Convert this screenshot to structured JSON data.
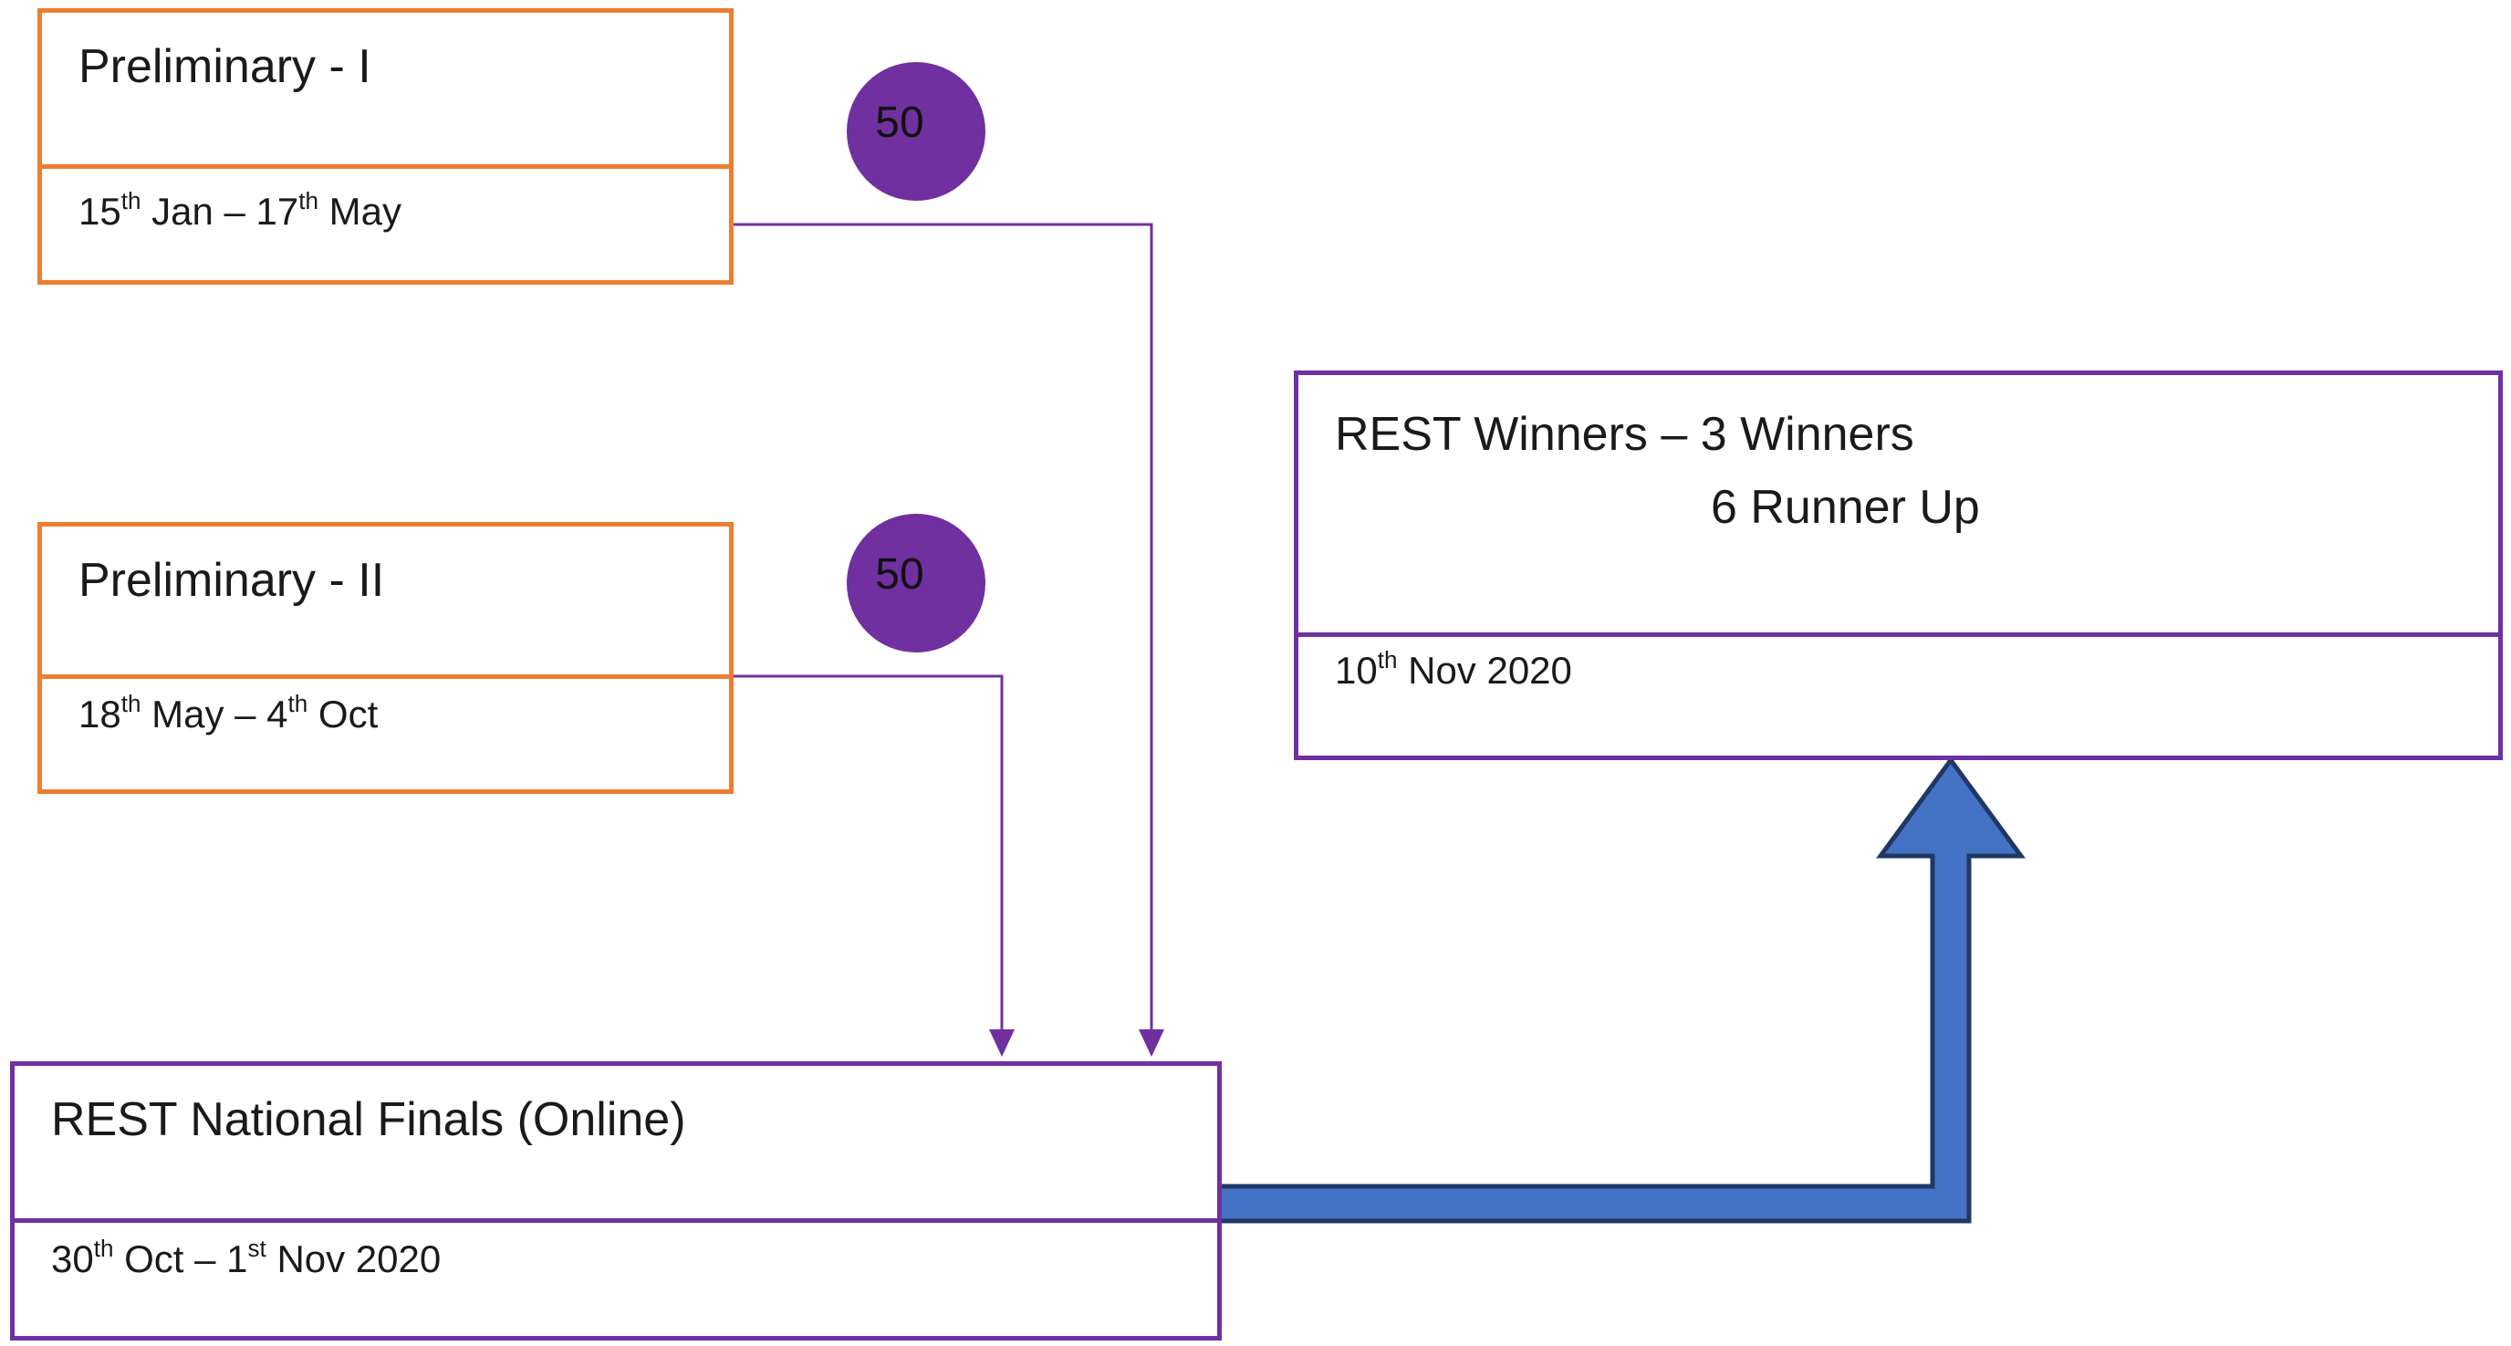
{
  "prelim1": {
    "title": "Preliminary - I",
    "start_day": "15",
    "start_suffix": "th",
    "start_month": "Jan",
    "sep": " – ",
    "end_day": "17",
    "end_suffix": "th",
    "end_month": "May"
  },
  "prelim2": {
    "title": "Preliminary - II",
    "start_day": "18",
    "start_suffix": "th",
    "start_month": "May",
    "sep": " – ",
    "end_day": "4",
    "end_suffix": "th",
    "end_month": "Oct"
  },
  "badge1": {
    "value": "50"
  },
  "badge2": {
    "value": "50"
  },
  "finals": {
    "title": "REST National Finals (Online)",
    "start_day": "30",
    "start_suffix": "th",
    "start_month": "Oct",
    "sep": " – ",
    "end_day": "1",
    "end_suffix": "st",
    "end_month": "Nov 2020"
  },
  "winners": {
    "title_line1": "REST Winners – 3 Winners",
    "title_line2": "6 Runner Up",
    "day": "10",
    "suffix": "th",
    "month_year": "Nov 2020"
  },
  "colors": {
    "orange": "#ED7D31",
    "purple": "#7030A0",
    "arrow_fill": "#4472C4",
    "arrow_stroke": "#203864"
  }
}
